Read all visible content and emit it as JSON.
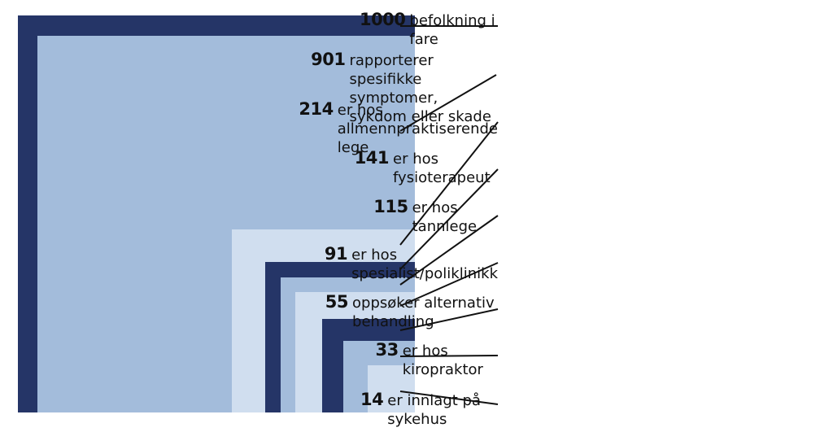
{
  "colors": {
    "dark": "#253567",
    "medium": "#a3bcdb",
    "light": "#d0deef",
    "line": "#111111"
  },
  "population": 1000,
  "levels": [
    {
      "value": "1000",
      "text": "befolkning i fare",
      "fill": "dark"
    },
    {
      "value": "901",
      "text": "rapporterer spesifikke\nsymptomer, sykdom eller skade",
      "fill": "medium"
    },
    {
      "value": "214",
      "text": "er hos allmennpraktiserende lege",
      "fill": "light"
    },
    {
      "value": "141",
      "text": "er hos fysioterapeut",
      "fill": "dark"
    },
    {
      "value": "115",
      "text": "er hos tannlege",
      "fill": "medium"
    },
    {
      "value": "91",
      "text": "er hos spesialist/poliklinikk",
      "fill": "light"
    },
    {
      "value": "55",
      "text": "oppsøker alternativ behandling",
      "fill": "dark"
    },
    {
      "value": "33",
      "text": "er hos kiropraktor",
      "fill": "medium"
    },
    {
      "value": "14",
      "text": "er innlagt på sykehus",
      "fill": "light"
    }
  ]
}
